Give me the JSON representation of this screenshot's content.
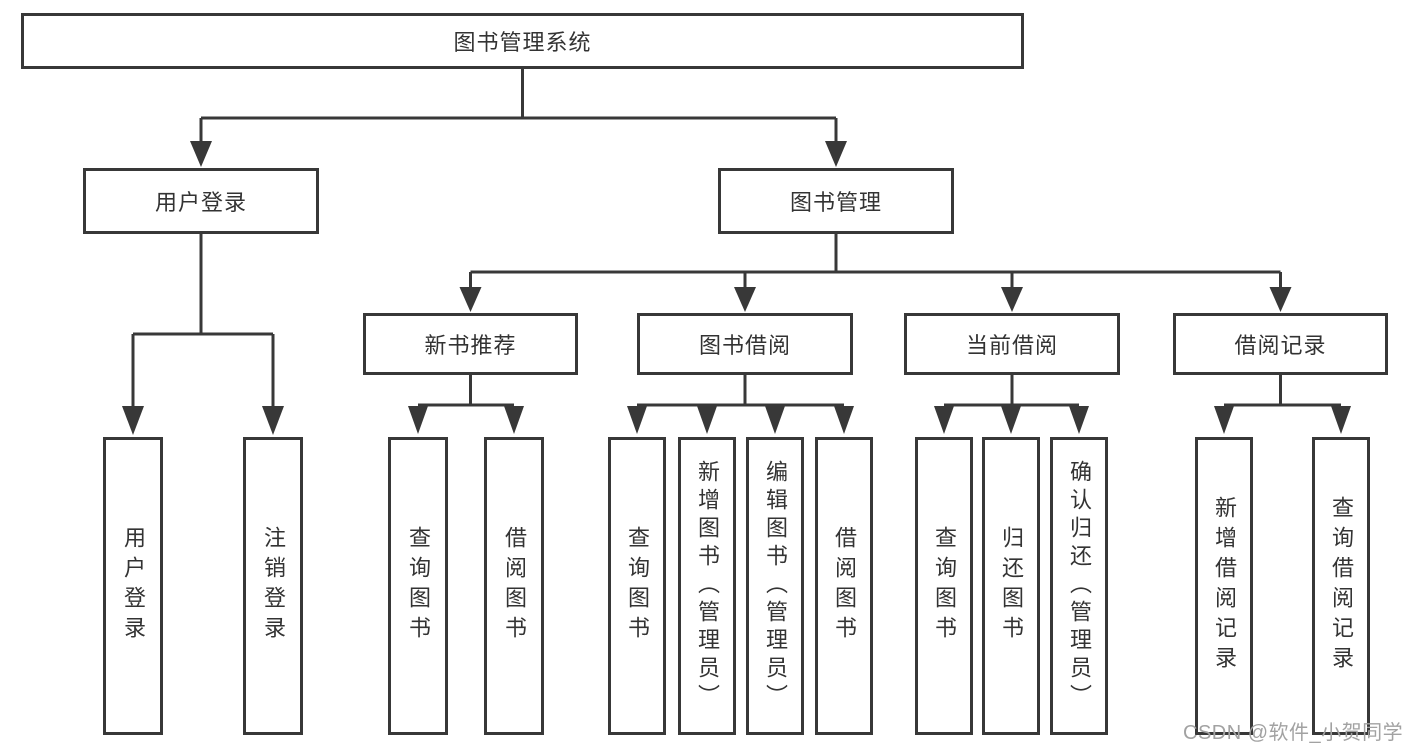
{
  "nodes": {
    "root": {
      "label": "图书管理系统"
    },
    "level2": [
      {
        "label": "用户登录"
      },
      {
        "label": "图书管理"
      }
    ],
    "level3": [
      {
        "label": "新书推荐",
        "parent": "图书管理"
      },
      {
        "label": "图书借阅",
        "parent": "图书管理"
      },
      {
        "label": "当前借阅",
        "parent": "图书管理"
      },
      {
        "label": "借阅记录",
        "parent": "图书管理"
      }
    ],
    "leaves": [
      {
        "label": "用户登录",
        "parent": "用户登录"
      },
      {
        "label": "注销登录",
        "parent": "用户登录"
      },
      {
        "label": "查询图书",
        "parent": "新书推荐"
      },
      {
        "label": "借阅图书",
        "parent": "新书推荐"
      },
      {
        "label": "查询图书",
        "parent": "图书借阅"
      },
      {
        "label": "新增图书（管理员）",
        "parent": "图书借阅"
      },
      {
        "label": "编辑图书（管理员）",
        "parent": "图书借阅"
      },
      {
        "label": "借阅图书",
        "parent": "图书借阅"
      },
      {
        "label": "查询图书",
        "parent": "当前借阅"
      },
      {
        "label": "归还图书",
        "parent": "当前借阅"
      },
      {
        "label": "确认归还（管理员）",
        "parent": "当前借阅"
      },
      {
        "label": "新增借阅记录",
        "parent": "借阅记录"
      },
      {
        "label": "查询借阅记录",
        "parent": "借阅记录"
      }
    ]
  },
  "watermark": {
    "text": "CSDN @软件_小贺同学"
  },
  "colors": {
    "line": "#383838",
    "text": "#333333",
    "watermark": "#a2a2a2",
    "background": "#ffffff"
  }
}
